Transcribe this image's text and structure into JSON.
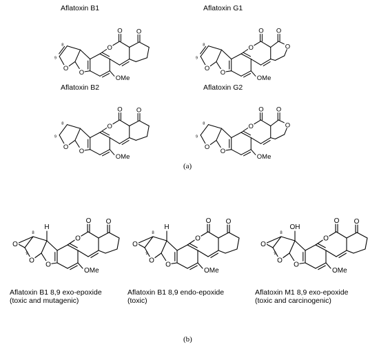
{
  "panel_a": {
    "caption": "(a)",
    "structures": [
      {
        "name": "Aflatoxin B1",
        "variant": "B",
        "dihydro": false
      },
      {
        "name": "Aflatoxin G1",
        "variant": "G",
        "dihydro": false
      },
      {
        "name": "Aflatoxin B2",
        "variant": "B",
        "dihydro": true
      },
      {
        "name": "Aflatoxin G2",
        "variant": "G",
        "dihydro": true
      }
    ]
  },
  "panel_b": {
    "caption": "(b)",
    "structures": [
      {
        "name": "Aflatoxin B1 8,9 exo-epoxide",
        "note": "(toxic and mutagenic)",
        "subst": "H"
      },
      {
        "name": "Aflatoxin B1 8,9 endo-epoxide",
        "note": "(toxic)",
        "subst": "H"
      },
      {
        "name": "Aflatoxin M1 8,9 exo-epoxide",
        "note": "(toxic and carcinogenic)",
        "subst": "OH"
      }
    ]
  },
  "atoms": {
    "oxygen": "O",
    "methoxy": "OMe",
    "hydrogen": "H",
    "hydroxyl": "OH",
    "pos8": "8",
    "pos9": "9"
  }
}
